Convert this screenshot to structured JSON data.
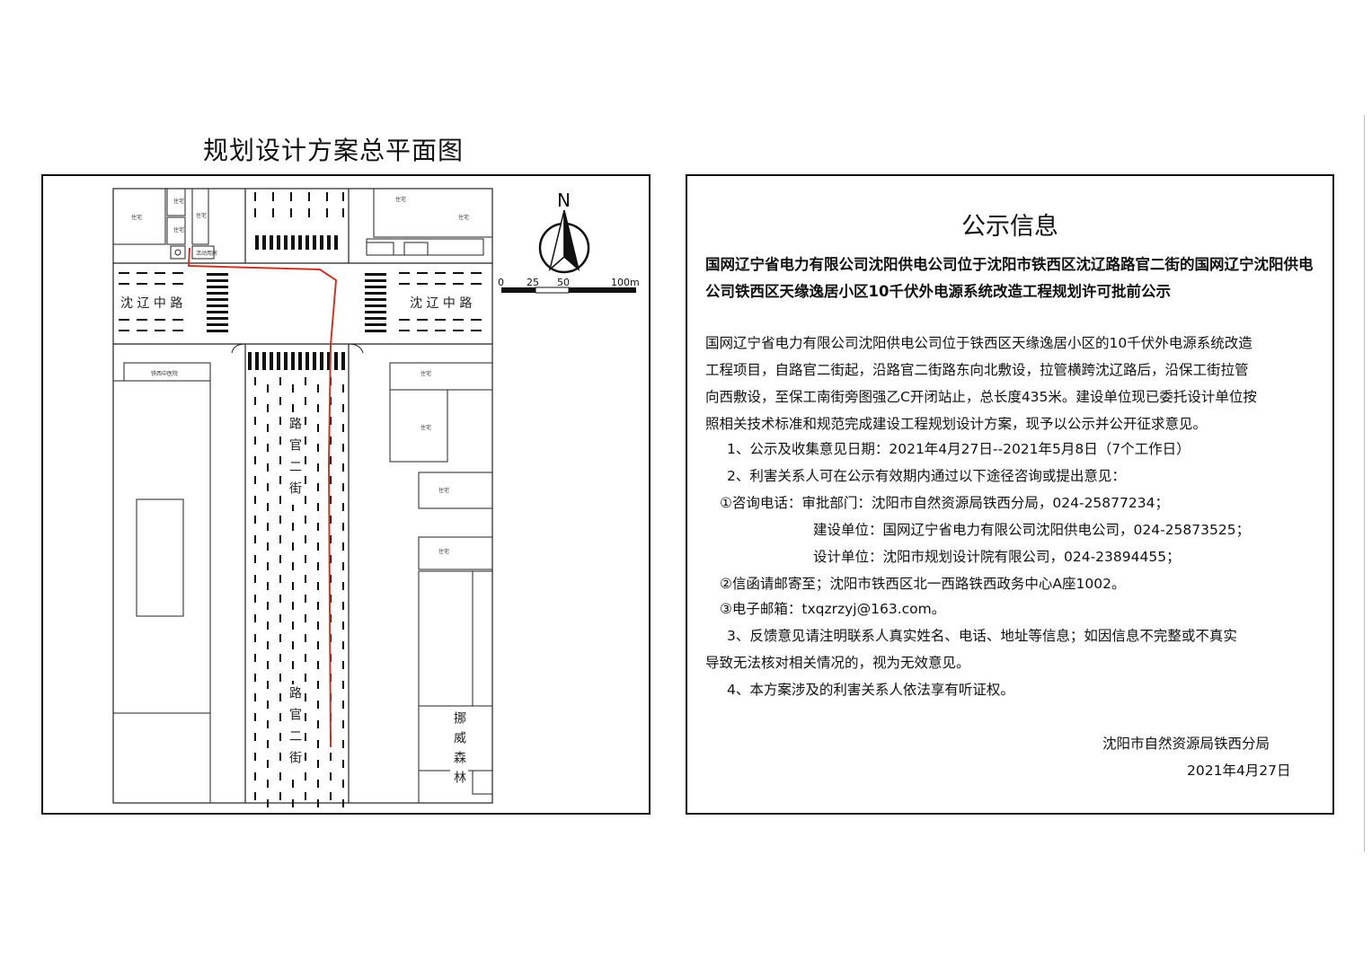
{
  "map": {
    "title": "规划设计方案总平面图",
    "north_label": "N",
    "scale_labels": [
      "0",
      "25",
      "50",
      "100m"
    ],
    "road_labels": {
      "shenliao_west": "沈 辽 中 路",
      "shenliao_east": "沈 辽 中 路",
      "luguan_upper": "路官二街",
      "luguan_lower": "路官二街"
    },
    "landmark_labels": {
      "norway_forest": "挪威森林"
    },
    "route_color": "#c0392b"
  },
  "notice": {
    "heading": "公示信息",
    "subtitle": "国网辽宁省电力有限公司沈阳供电公司位于沈阳市铁西区沈辽路路官二街的国网辽宁沈阳供电公司铁西区天缘逸居小区10千伏外电源系统改造工程规划许可批前公示",
    "body_lines": [
      "国网辽宁省电力有限公司沈阳供电公司位于铁西区天缘逸居小区的10千伏外电源系统改造",
      "工程项目，自路官二街起，沿路官二街路东向北敷设，拉管横跨沈辽路后，沿保工街拉管",
      "向西敷设，至保工南街旁图强乙C开闭站止，总长度435米。建设单位现已委托设计单位按",
      "照相关技术标准和规范完成建设工程规划设计方案，现予以公示并公开征求意见。"
    ],
    "item1": "1、公示及收集意见日期：2021年4月27日--2021年5月8日（7个工作日）",
    "item2": "2、利害关系人可在公示有效期内通过以下途径咨询或提出意见：",
    "phone_approval": "①咨询电话：审批部门：沈阳市自然资源局铁西分局，024-25877234；",
    "phone_builder": "建设单位：国网辽宁省电力有限公司沈阳供电公司，024-25873525；",
    "phone_designer": "设计单位：沈阳市规划设计院有限公司，024-23894455；",
    "mail": "②信函请邮寄至；沈阳市铁西区北一西路铁西政务中心A座1002。",
    "email": "③电子邮箱：txqzrzyj@163.com。",
    "item3_line1": "3、反馈意见请注明联系人真实姓名、电话、地址等信息；如因信息不完整或不真实",
    "item3_line2": "导致无法核对相关情况的，视为无效意见。",
    "item4": "4、本方案涉及的利害关系人依法享有听证权。",
    "signature": "沈阳市自然资源局铁西分局",
    "date": "2021年4月27日"
  }
}
